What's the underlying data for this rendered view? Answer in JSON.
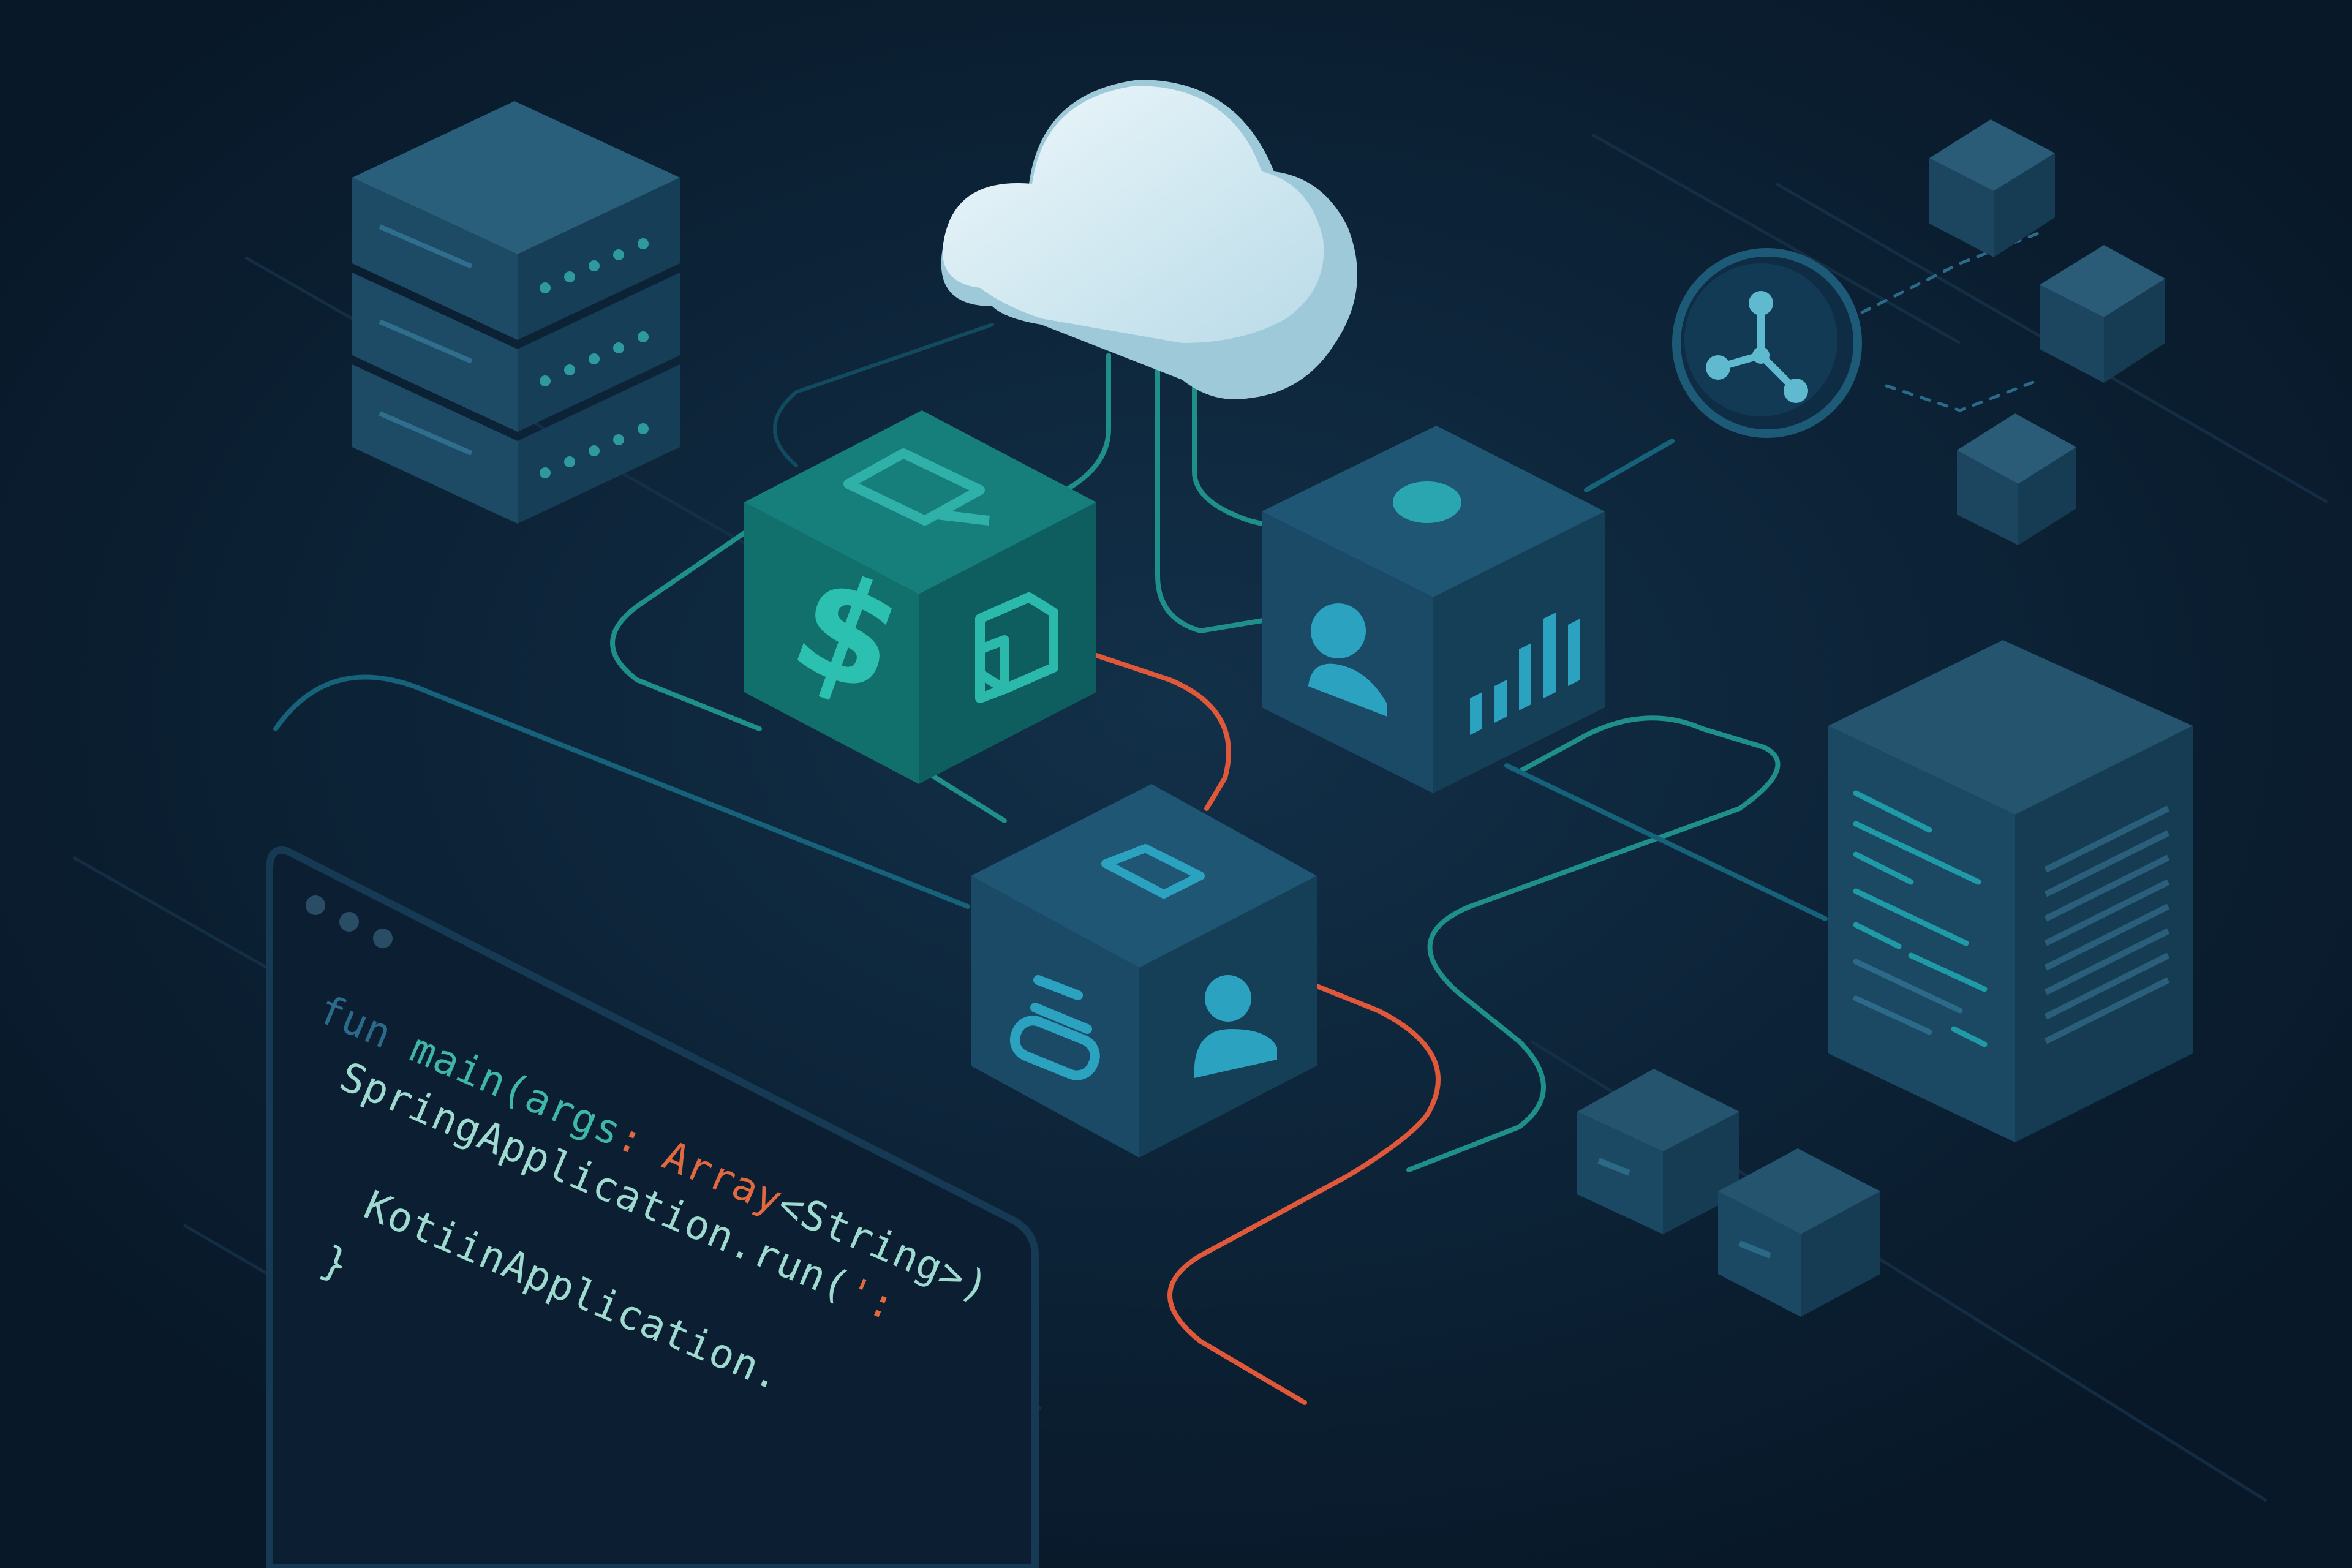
{
  "code_window": {
    "lines": [
      {
        "tokens": [
          {
            "text": "fun",
            "color": "#2c6a8a"
          },
          {
            "text": " main(args",
            "color": "#3fb7a6"
          },
          {
            "text": ": ",
            "color": "#e0693f"
          },
          {
            "text": "Array",
            "color": "#e0693f"
          },
          {
            "text": "<String>)",
            "color": "#9fdad0"
          }
        ]
      },
      {
        "tokens": [
          {
            "text": "SpringApplication.run(",
            "color": "#9fdad0"
          },
          {
            "text": "':",
            "color": "#e0693f"
          }
        ]
      },
      {
        "tokens": [
          {
            "text": "KotiinApplication.",
            "color": "#9fdad0"
          }
        ]
      },
      {
        "tokens": [
          {
            "text": "}",
            "color": "#9fdad0"
          }
        ]
      }
    ]
  },
  "palette": {
    "background": "#0b1d30",
    "box_blue": "#1b4863",
    "box_teal": "#12706c",
    "accent_teal": "#2aa6a0",
    "accent_orange": "#e0583a",
    "cloud": "#d9eef5"
  },
  "icons": [
    "server-rack-icon",
    "cloud-icon",
    "payment-service-icon",
    "user-analytics-service-icon",
    "user-profile-service-icon",
    "network-hub-icon",
    "database-server-icon"
  ]
}
